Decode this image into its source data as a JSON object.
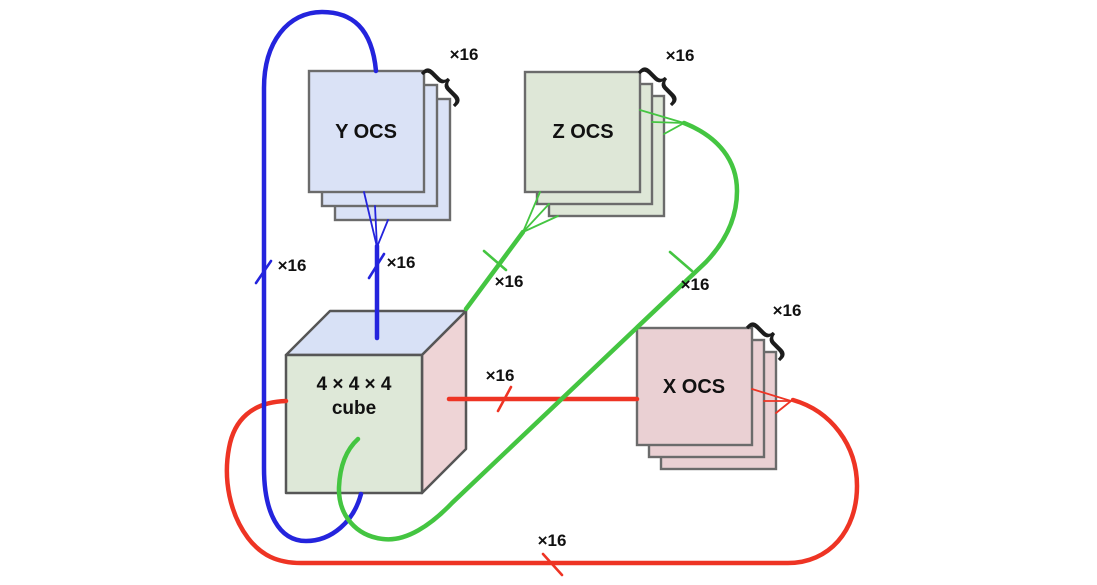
{
  "colors": {
    "blue": "#2424dd",
    "green": "#44c541",
    "red": "#ee3424",
    "box_border": "#6b6b6b",
    "cube_border": "#565656"
  },
  "cube": {
    "line1": "4 × 4 × 4",
    "line2": "cube",
    "front_fill": "#dee8d8",
    "top_fill": "#d8e1f6",
    "side_fill": "#eed4d6"
  },
  "stacks": {
    "y": {
      "label": "Y OCS",
      "multiplier": "×16",
      "fill": "#dae2f6"
    },
    "z": {
      "label": "Z OCS",
      "multiplier": "×16",
      "fill": "#dee7d7"
    },
    "x": {
      "label": "X OCS",
      "multiplier": "×16",
      "fill": "#ead0d3"
    }
  },
  "links": {
    "y_loop": {
      "label": "×16"
    },
    "y_feed": {
      "label": "×16"
    },
    "z_feed": {
      "label": "×16"
    },
    "z_loop": {
      "label": "×16"
    },
    "x_feed": {
      "label": "×16"
    },
    "x_loop": {
      "label": "×16"
    }
  },
  "icons": {
    "stack_brace": "}"
  }
}
